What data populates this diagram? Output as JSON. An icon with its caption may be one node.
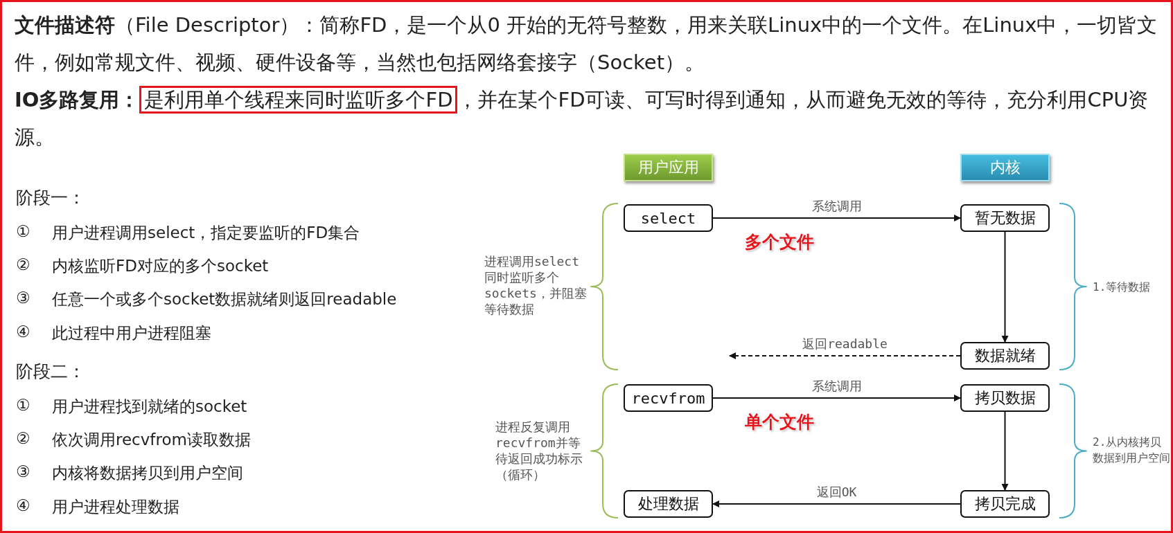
{
  "diagram": {
    "nodes": [
      {
        "text": [
          "是利用单个线程来同时监听多个FD"
        ]
      },
      {
        "text": [
          "用户应用"
        ]
      },
      {
        "text": [
          "内核"
        ]
      },
      {
        "text": [
          "select"
        ]
      },
      {
        "text": [
          "暂无数据"
        ]
      },
      {
        "text": [
          "数据就绪"
        ]
      },
      {
        "text": [
          "recvfrom"
        ]
      },
      {
        "text": [
          "拷贝数据"
        ]
      },
      {
        "text": [
          "处理数据"
        ]
      },
      {
        "text": [
          "拷贝完成"
        ]
      }
    ],
    "edges": [
      {
        "from": 3,
        "to": 4,
        "arrow": "to",
        "label": "系统调用"
      },
      {
        "from": 4,
        "to": 5,
        "arrow": "to"
      },
      {
        "from": 5,
        "to": null,
        "arrow": "to",
        "style": "dashed",
        "label": "返回readable"
      },
      {
        "from": 6,
        "to": 7,
        "arrow": "to",
        "label": "系统调用"
      },
      {
        "from": 7,
        "to": 9,
        "arrow": "to"
      },
      {
        "from": 9,
        "to": 8,
        "arrow": "to",
        "label": "返回OK"
      }
    ],
    "labels": [
      "**文件描述符**（File Descriptor）：简称FD，是一个从0 开始的无符号整数，用来关联Linux中的一个文件。在Linux中，一切皆文件，例如常规文件、视频、硬件设备等，当然也包括网络套接字（Socket）。",
      "IO多路复用：",
      "，并在某个FD可读、可写时得到通知，从而避免无效的等待，充分利用CPU资源。",
      "阶段一：",
      "①",
      "用户进程调用select，指定要监听的FD集合",
      "②",
      "内核监听FD对应的多个socket",
      "③",
      "任意一个或多个socket数据就绪则返回readable",
      "④",
      "此过程中用户进程阻塞",
      "阶段二：",
      "①",
      "用户进程找到就绪的socket",
      "②",
      "依次调用recvfrom读取数据",
      "③",
      "内核将数据拷贝到用户空间",
      "④",
      "用户进程处理数据",
      "进程调用select同时监听多个sockets，并阻塞等待数据",
      "多个文件",
      "1.等待数据",
      "进程反复调用recvfrom并等待返回成功标示（循环）",
      "单个文件",
      "2.从内核拷贝数据到用户空间"
    ]
  }
}
